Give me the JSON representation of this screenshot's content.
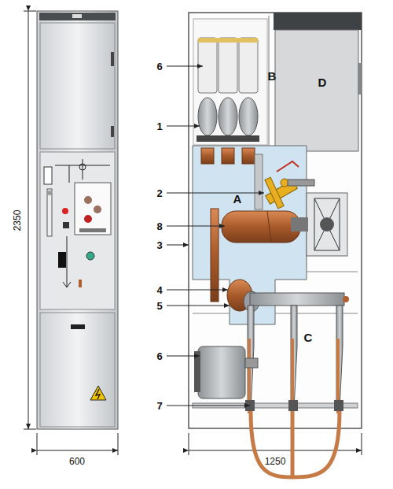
{
  "diagram": {
    "labels": [
      "2350",
      "600",
      "1250",
      "6",
      "1",
      "2",
      "3",
      "8",
      "4",
      "5",
      "6",
      "7",
      "B",
      "D",
      "A",
      "C"
    ]
  }
}
